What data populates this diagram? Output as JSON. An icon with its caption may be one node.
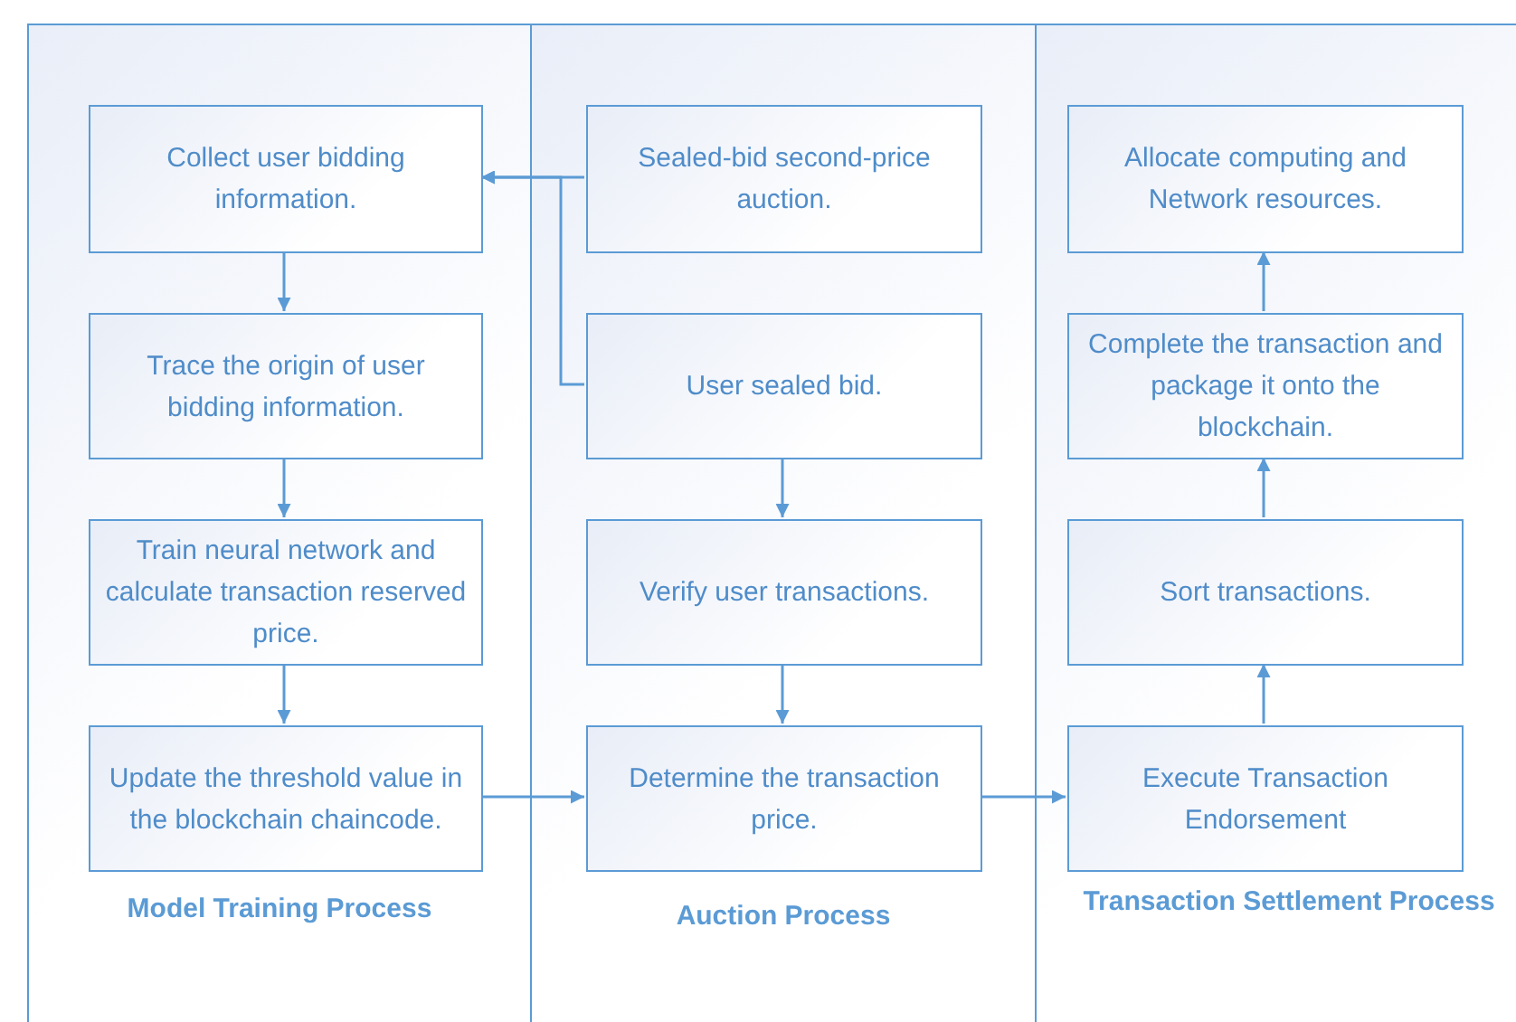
{
  "diagram": {
    "nodes": [
      {
        "text": [
          "Model Training Process"
        ]
      },
      {
        "text": [
          "Collect user bidding information."
        ],
        "in": 0
      },
      {
        "text": [
          "Trace the origin of user bidding information."
        ],
        "in": 0
      },
      {
        "text": [
          "Train neural network and calculate transaction reserved price."
        ],
        "in": 0
      },
      {
        "text": [
          "Update the threshold value in the blockchain chaincode."
        ],
        "in": 0
      },
      {
        "text": [
          "Auction Process"
        ]
      },
      {
        "text": [
          "Sealed-bid second-price auction."
        ],
        "in": 5
      },
      {
        "text": [
          "User sealed bid."
        ],
        "in": 5
      },
      {
        "text": [
          "Verify user transactions."
        ],
        "in": 5
      },
      {
        "text": [
          "Determine the transaction price."
        ],
        "in": 5
      },
      {
        "text": [
          "Transaction Settlement Process"
        ]
      },
      {
        "text": [
          "Allocate computing and Network resources."
        ],
        "in": 10
      },
      {
        "text": [
          "Complete the transaction and package it onto the blockchain."
        ],
        "in": 10
      },
      {
        "text": [
          "Sort transactions."
        ],
        "in": 10
      },
      {
        "text": [
          "Execute Transaction Endorsement"
        ],
        "in": 10
      }
    ],
    "edges": [
      {
        "from": 6,
        "to": 1,
        "arrow": "to"
      },
      {
        "from": 7,
        "to": 1,
        "arrow": "to"
      },
      {
        "from": 1,
        "to": 2,
        "arrow": "to"
      },
      {
        "from": 2,
        "to": 3,
        "arrow": "to"
      },
      {
        "from": 3,
        "to": 4,
        "arrow": "to"
      },
      {
        "from": 4,
        "to": 9,
        "arrow": "to"
      },
      {
        "from": 7,
        "to": 8,
        "arrow": "to"
      },
      {
        "from": 8,
        "to": 9,
        "arrow": "to"
      },
      {
        "from": 9,
        "to": 14,
        "arrow": "to"
      },
      {
        "from": 14,
        "to": 13,
        "arrow": "to"
      },
      {
        "from": 13,
        "to": 12,
        "arrow": "to"
      },
      {
        "from": 12,
        "to": 11,
        "arrow": "to"
      }
    ]
  }
}
